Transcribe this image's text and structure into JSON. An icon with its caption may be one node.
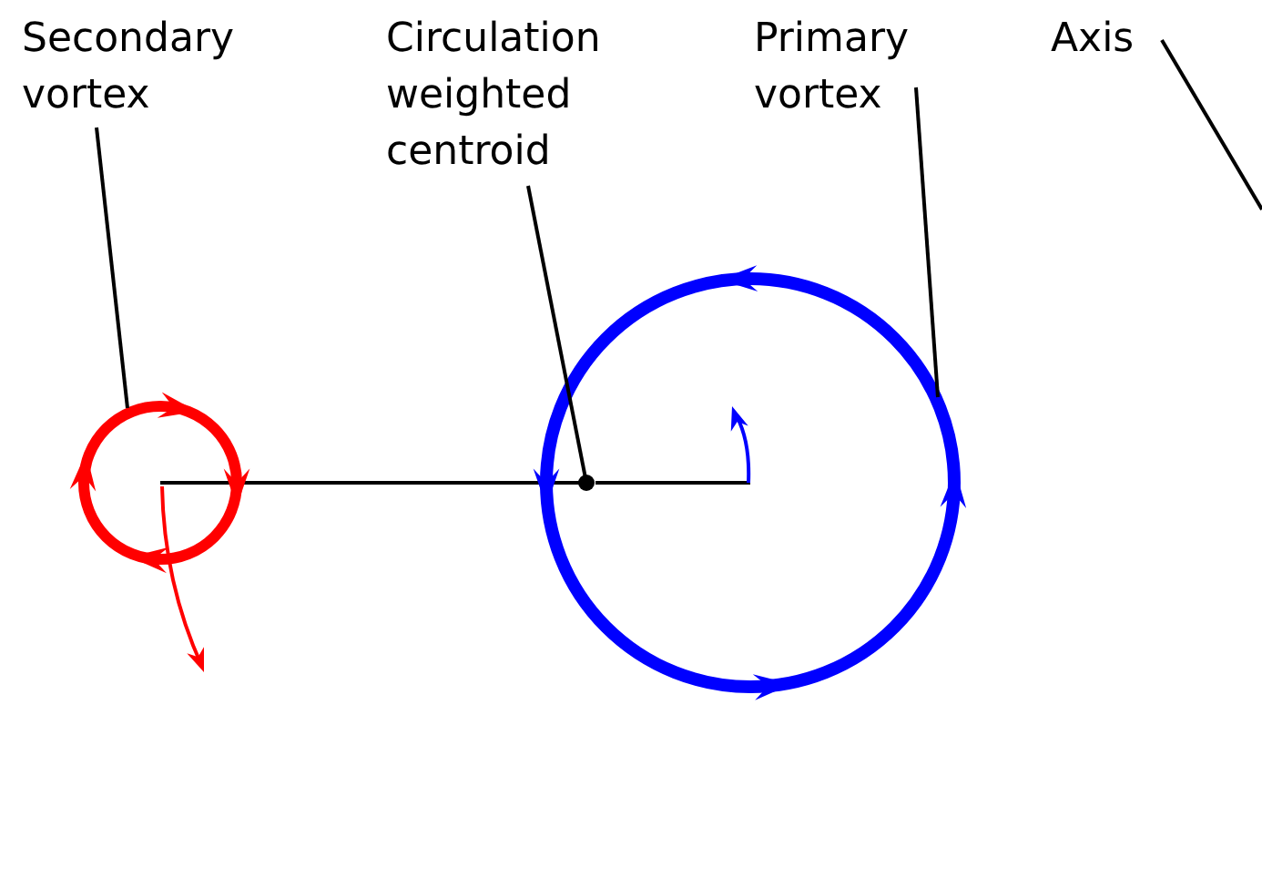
{
  "diagram": {
    "nodes": [
      {
        "text": [
          "Secondary vortex"
        ]
      },
      {
        "text": [
          "Circulation weighted centroid"
        ]
      },
      {
        "text": [
          "Primary vortex"
        ]
      },
      {
        "text": [
          "Axis"
        ]
      },
      {
        "text": [],
        "shape": "circle"
      },
      {
        "text": [],
        "shape": "circle",
        "in": 6
      },
      {
        "text": [],
        "shape": "circle"
      }
    ],
    "edges": [
      {
        "from": 0,
        "to": 4,
        "arrow": "none"
      },
      {
        "from": 1,
        "to": 5,
        "arrow": "none"
      },
      {
        "from": 2,
        "to": 6,
        "arrow": "none"
      },
      {
        "from": 3,
        "to": null,
        "arrow": "none"
      },
      {
        "from": 4,
        "to": 5,
        "arrow": "none"
      }
    ]
  }
}
